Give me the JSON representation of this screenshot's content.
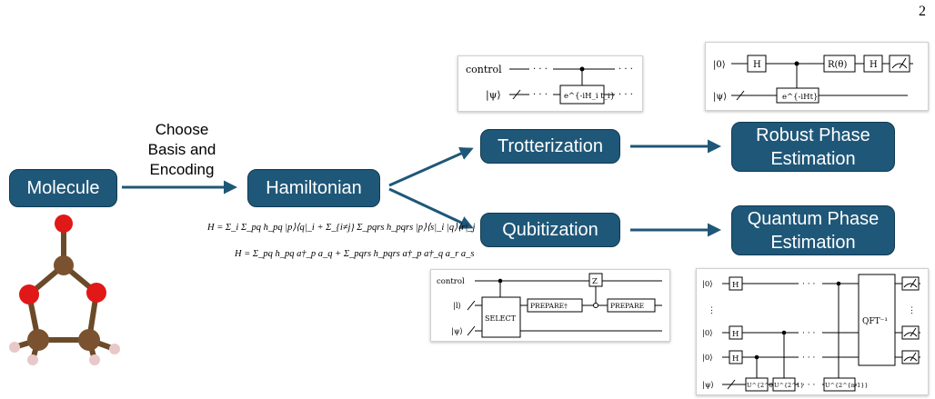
{
  "page_number": "2",
  "nodes": {
    "molecule": "Molecule",
    "hamiltonian": "Hamiltonian",
    "trotterization": "Trotterization",
    "qubitization": "Qubitization",
    "robust_line1": "Robust Phase",
    "robust_line2": "Estimation",
    "quantum_line1": "Quantum Phase",
    "quantum_line2": "Estimation"
  },
  "edge_label": {
    "line1": "Choose",
    "line2": "Basis and",
    "line3": "Encoding"
  },
  "equations": {
    "line1": "H = Σ_i Σ_pq h_pq |p⟩⟨q|_i + Σ_{i≠j} Σ_pqrs h_pqrs |p⟩⟨s|_i |q⟩⟨r|_j",
    "line2": "H = Σ_pq h_pq a†_p a_q + Σ_pqrs h_pqrs a†_p a†_q a_r a_s"
  },
  "trotter_circuit": {
    "control": "control",
    "psi": "|ψ⟩",
    "gate": "e^{-iH_i t_i}"
  },
  "rpe_circuit": {
    "zero": "|0⟩",
    "psi": "|ψ⟩",
    "h": "H",
    "r": "R(θ)",
    "u": "e^{-iHt}"
  },
  "qubit_circuit": {
    "control": "control",
    "l": "|l⟩",
    "psi": "|ψ⟩",
    "select": "SELECT",
    "prepare_dag": "PREPARE†",
    "prepare": "PREPARE",
    "z": "Z"
  },
  "qpe_circuit": {
    "zero": "|0⟩",
    "psi": "|ψ⟩",
    "h": "H",
    "qft": "QFT⁻¹",
    "u0": "U^{2^0}",
    "u1": "U^{2^1}",
    "un": "U^{2^{n-1}}"
  },
  "colors": {
    "box_fill": "#1f5778",
    "arrow": "#1f5778",
    "carbon": "#7a5230",
    "oxygen": "#e01818",
    "hydrogen": "#e8c8c8"
  }
}
